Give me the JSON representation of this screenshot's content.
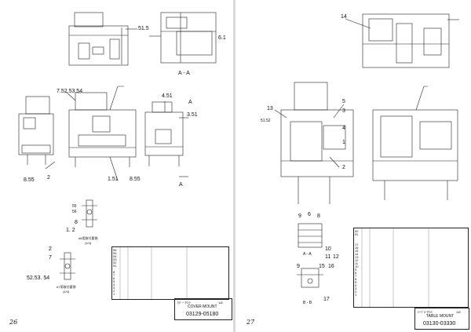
{
  "left_page": {
    "page_number": "26",
    "section_label": "A - A",
    "callouts": {
      "c_515": "51.5",
      "c_6": "6.1",
      "c_7_52": "7.52.53.54",
      "c_4_51": "4.51",
      "c_3_51": "3.51",
      "c_8_55_l": "8.55",
      "c_2": "2",
      "c_1_51": "1.51",
      "c_8_55_r": "8.55",
      "c_A_top": "A",
      "c_A_bot": "A",
      "c_55": "55",
      "c_56": "56",
      "c_8": "8",
      "c_1_2": "1. 2",
      "c_2b": "2",
      "c_7": "7",
      "c_52_54": "52.53. 54"
    },
    "caption_upper": "#8用取付要領",
    "caption_lower": "#7用取付要領",
    "caption_upper_sub": "(1/4)",
    "caption_lower_sub": "(1/4)",
    "parts_rows": [
      "56",
      "55",
      "54",
      "53",
      "52",
      "51",
      "",
      "",
      "8",
      "7",
      "6",
      "5",
      "4",
      "3",
      "2",
      "1"
    ],
    "title_block": {
      "title": "ｶﾊﾞｰ ﾏｳﾝﾄ",
      "title_en": "COVER MOUNT",
      "drawing_number": "03129-05180",
      "scale": "1/8"
    }
  },
  "right_page": {
    "page_number": "27",
    "section_label_1": "A - A",
    "section_label_2": "B - B",
    "callouts": {
      "c_14": "14",
      "c_13": "13",
      "c_5152": "51.52",
      "c_5": "5",
      "c_3": "3",
      "c_4": "4",
      "c_1": "1",
      "c_2": "2",
      "c_9": "9",
      "c_6": "6",
      "c_8": "8",
      "c_10": "10",
      "c_11": "11",
      "c_12": "12",
      "c_9b": "9",
      "c_15": "15",
      "c_16": "16",
      "c_17": "17"
    },
    "parts_rows": [
      "52",
      "51",
      "",
      "",
      "17",
      "16",
      "15",
      "14",
      "13",
      "12",
      "11",
      "10",
      "9",
      "8",
      "7",
      "6",
      "5",
      "4",
      "3",
      "2",
      "1"
    ],
    "title_block": {
      "title": "ﾃｰﾌﾞﾙ ﾏｳﾝﾄ",
      "title_en": "TABLE MOUNT",
      "drawing_number": "03130-03330",
      "scale": "1/8"
    }
  }
}
